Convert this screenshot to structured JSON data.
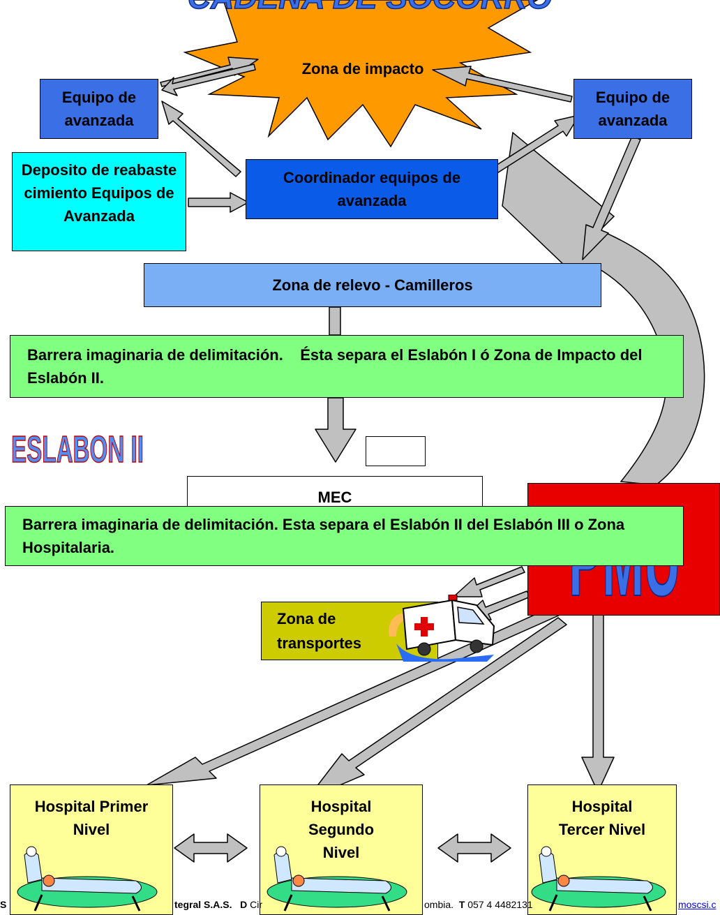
{
  "header_title": "CADENA DE SOCORRO",
  "impact_zone": "Zona de impacto",
  "advance_team_left": "Equipo de avanzada",
  "advance_team_right": "Equipo de avanzada",
  "coordinator": "Coordinador equipos de avanzada",
  "depot": "Deposito de reabastecimiento Equipos de Avanzada",
  "relay_zone": "Zona de relevo - Camilleros",
  "barrier_1": "Barrera imaginaria de delimitación.    Ésta separa el Eslabón I ó Zona de Impacto del Eslabón II.",
  "eslabon_label": "ESLABON II",
  "mec_label": "MEC",
  "triage_colors": [
    "#ff0000",
    "#ffff00",
    "#00cc00",
    "#000000",
    "#ffffff"
  ],
  "pmu_label": "PMU",
  "transport_zone": "Zona de transportes",
  "barrier_2": "Barrera imaginaria de delimitación. Esta separa el Eslabón II del Eslabón III o Zona Hospitalaria.",
  "hospitals": [
    {
      "label": "Hospital Primer Nivel"
    },
    {
      "label": "Hospital Segundo Nivel"
    },
    {
      "label": "Hospital Tercer Nivel"
    }
  ],
  "footer": {
    "left": "S",
    "company": "tegral S.A.S.",
    "d_label": "D",
    "address_part": "Cir",
    "country_part": "ombia.",
    "t_label": "T",
    "phone": "057 4 4482131",
    "link": "moscsi.c"
  },
  "colors": {
    "blue_box": "#3b6fe6",
    "dark_blue_box": "#0a5ce8",
    "cyan_box": "#00ffff",
    "light_blue_box": "#7aaef5",
    "green_bar": "#80ff80",
    "pmu_red": "#e80000",
    "pmu_text": "#3b6fe6",
    "transport": "#cccc00",
    "hospital": "#ffff99",
    "burst": "#ff9900",
    "arrow": "#c0c0c0"
  }
}
